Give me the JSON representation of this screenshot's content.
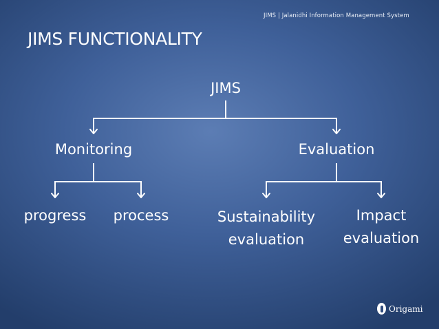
{
  "header": {
    "tagline": "JIMS | Jalanidhi Information Management System"
  },
  "slide": {
    "title": "JIMS FUNCTIONALITY"
  },
  "tree": {
    "root": "JIMS",
    "monitoring": "Monitoring",
    "evaluation": "Evaluation",
    "progress": "progress",
    "process": "process",
    "sustainability_line1": "Sustainability",
    "sustainability_line2": "evaluation",
    "impact_line1": "Impact",
    "impact_line2": "evaluation"
  },
  "brand": {
    "name": "Origami",
    "icon": "origami-logo-icon"
  },
  "colors": {
    "background_center": "#5c7db4",
    "background_edge": "#233e6b",
    "text": "#ffffff"
  }
}
